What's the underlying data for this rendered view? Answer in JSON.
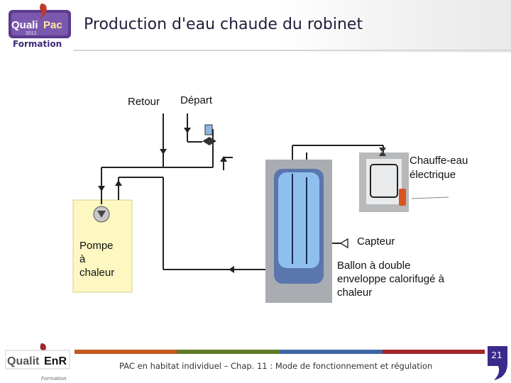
{
  "header": {
    "logo": {
      "top": "Quali",
      "top2": "Pac",
      "year": "2012",
      "sub": "Formation"
    },
    "title": "Production d'eau chaude du robinet"
  },
  "diagram": {
    "labels": {
      "retour": "Retour",
      "depart": "Départ",
      "chauffe_eau_1": "Chauffe-eau",
      "chauffe_eau_2": "électrique",
      "pompe_1": "Pompe",
      "pompe_2": "à",
      "pompe_3": "chaleur",
      "capteur": "Capteur",
      "ballon_1": "Ballon à double",
      "ballon_2": "enveloppe calorifugé à",
      "ballon_3": "chaleur"
    }
  },
  "footer": {
    "logo": {
      "name_left": "Qualit",
      "name_right": "EnR",
      "sub": "Formation"
    },
    "text": "PAC en habitat individuel – Chap. 11 : Mode de fonctionnement et régulation",
    "page_number": "21",
    "bar_colors": [
      "#c45a1e",
      "#5f7a2a",
      "#3e66a3",
      "#a3262a"
    ],
    "accent_color": "#3b2a8c"
  }
}
